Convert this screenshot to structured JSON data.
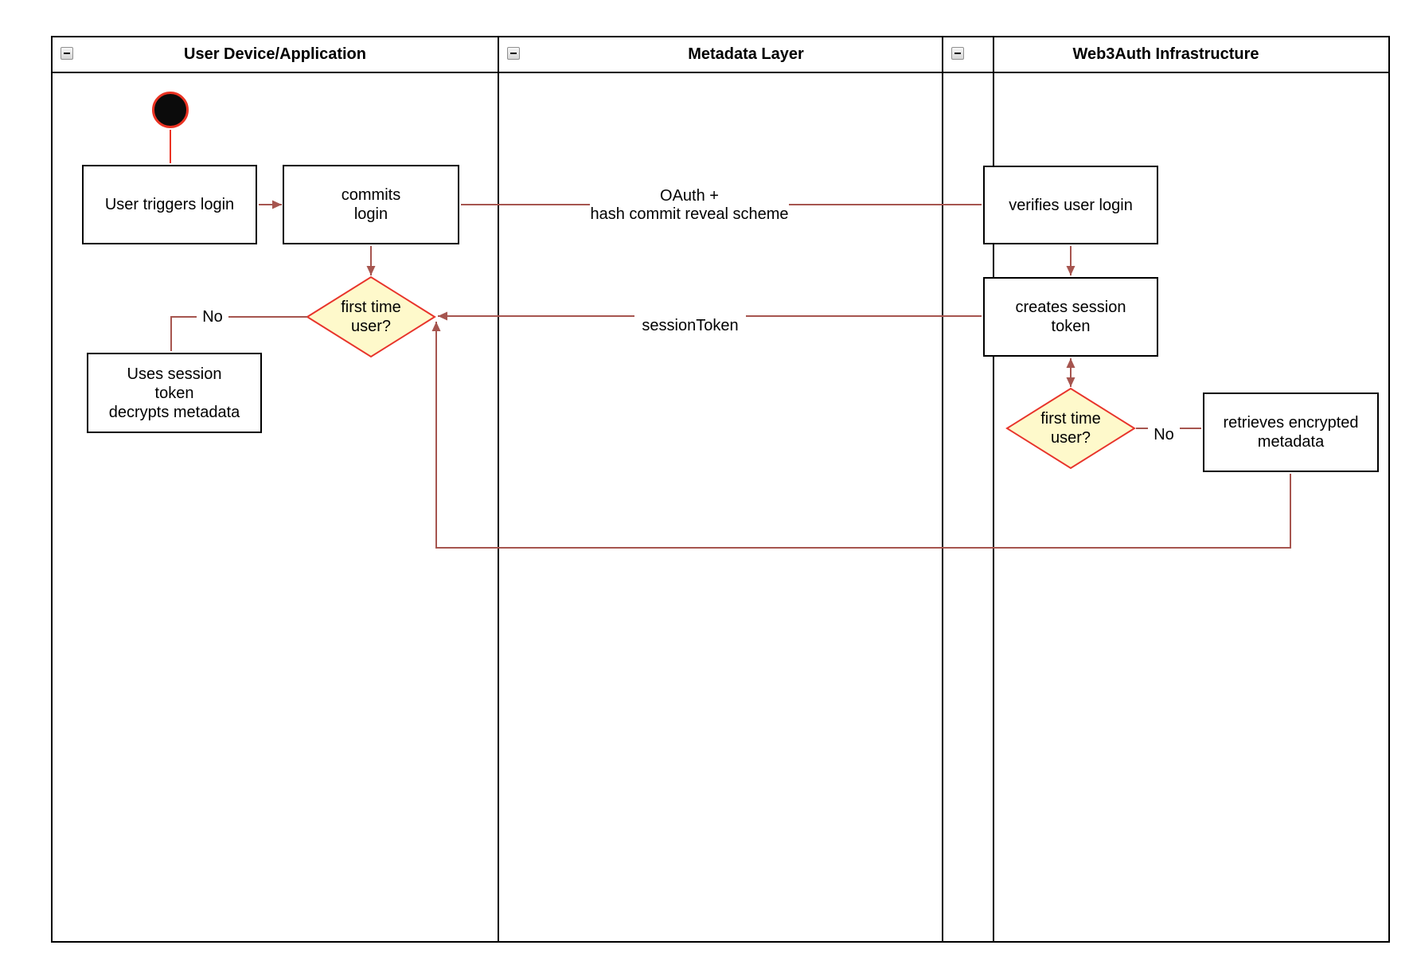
{
  "diagram": {
    "type": "uml-activity-swimlane",
    "lanes": [
      {
        "title": "User Device/Application"
      },
      {
        "title": "Metadata Layer"
      },
      {
        "title": "Web3Auth Infrastructure"
      }
    ],
    "nodes": {
      "user_triggers_login": "User triggers login",
      "commits_login": "commits\nlogin",
      "first_time_user_left": "first time\nuser?",
      "uses_session_token": "Uses session\ntoken\ndecrypts metadata",
      "verifies_user_login": "verifies user login",
      "creates_session_token": "creates session\ntoken",
      "first_time_user_right": "first time\nuser?",
      "retrieves_encrypted_metadata": "retrieves encrypted\nmetadata"
    },
    "edge_labels": {
      "oauth": "OAuth +\nhash commit reveal scheme",
      "session_token": "sessionToken",
      "no_left": "No",
      "no_right": "No"
    },
    "colors": {
      "flow_line": "#a6554f",
      "start_edge": "#ea3323",
      "decision_border": "#e8342b",
      "decision_fill": "#fef9cb",
      "start_fill": "#0b0b0b",
      "node_border": "#000000",
      "lane_border": "#000000",
      "background": "#ffffff"
    }
  }
}
